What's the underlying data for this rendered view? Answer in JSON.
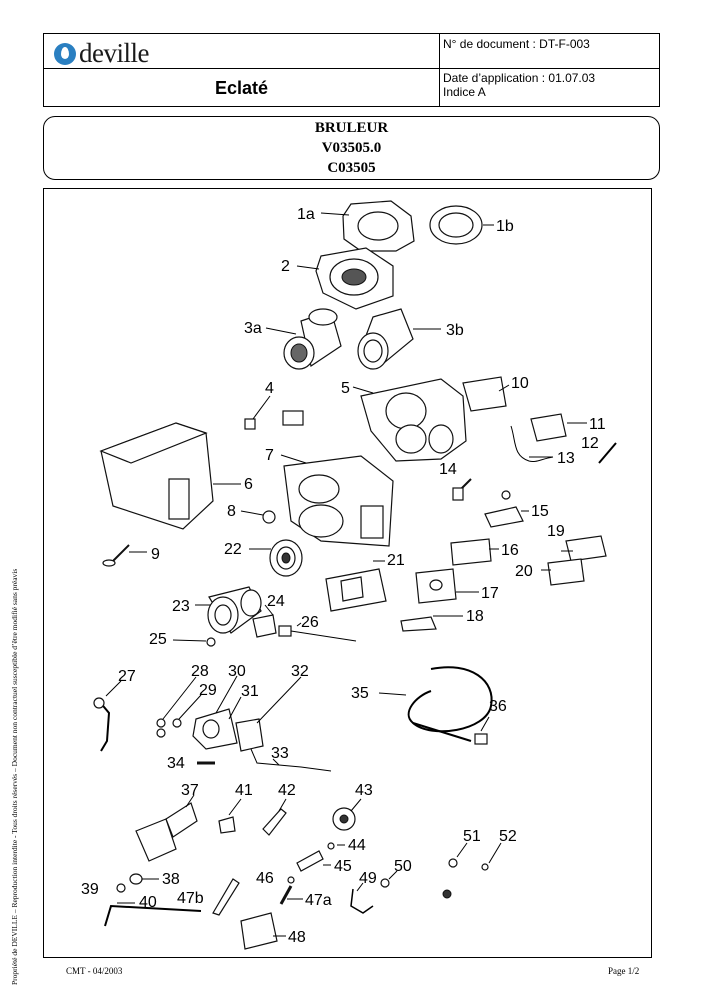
{
  "header": {
    "logo_text": "deville",
    "doc_number": "N° de document : DT-F-003",
    "title": "Eclaté",
    "date_line": "Date d’application : 01.07.03",
    "index_line": "Indice A"
  },
  "title_box": {
    "line1": "BRULEUR",
    "line2": "V03505.0",
    "line3": "C03505"
  },
  "side_text": "Propriété de DEVILLE – Reproduction interdite - Tous droits réservés – Document non contractuel susceptible d’être modifié sans préavis",
  "footer": {
    "left": "CMT - 04/2003",
    "right": "Page 1/2"
  },
  "parts": [
    "1a",
    "1b",
    "2",
    "3a",
    "3b",
    "4",
    "5",
    "6",
    "7",
    "8",
    "9",
    "10",
    "11",
    "12",
    "13",
    "14",
    "15",
    "16",
    "17",
    "18",
    "19",
    "20",
    "21",
    "22",
    "23",
    "24",
    "25",
    "26",
    "27",
    "28",
    "29",
    "30",
    "31",
    "32",
    "33",
    "34",
    "35",
    "36",
    "37",
    "38",
    "39",
    "40",
    "41",
    "42",
    "43",
    "44",
    "45",
    "46",
    "47a",
    "47b",
    "48",
    "49",
    "50",
    "51",
    "52"
  ]
}
